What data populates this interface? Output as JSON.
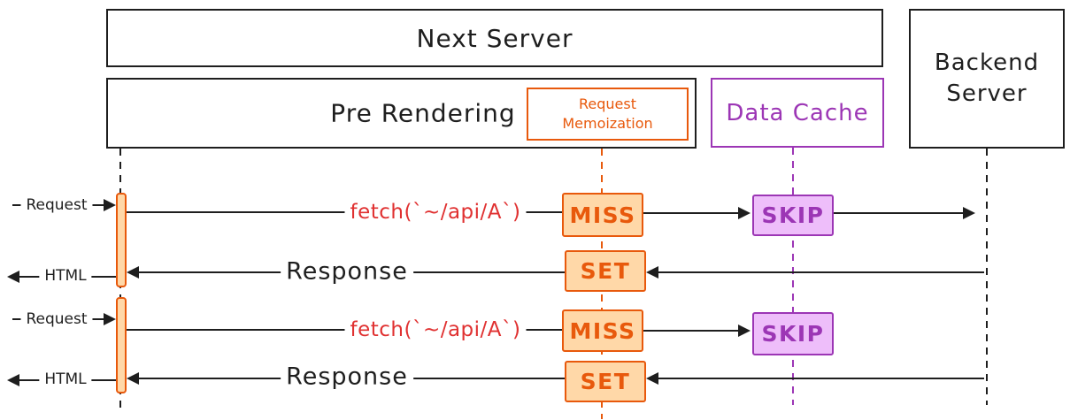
{
  "colors": {
    "ink": "#1e1e1e",
    "orange": "#e8590c",
    "orange_fill": "#ffd8a8",
    "purple": "#9c36b5",
    "purple_fill": "#eebefa",
    "red": "#e03131",
    "paper": "#ffffff"
  },
  "containers": {
    "next_server": {
      "label": "Next Server"
    },
    "pre_rendering": {
      "label": "Pre Rendering"
    },
    "request_memoization": {
      "line1": "Request",
      "line2": "Memoization"
    },
    "data_cache": {
      "label": "Data Cache"
    },
    "backend_server": {
      "line1": "Backend",
      "line2": "Server"
    }
  },
  "flows": {
    "row1": {
      "client_label": "Request",
      "message": "fetch(`~/api/A`)",
      "memo_status": "MISS",
      "cache_status": "SKIP"
    },
    "row2": {
      "client_label": "HTML",
      "message": "Response",
      "memo_status": "SET"
    },
    "row3": {
      "client_label": "Request",
      "message": "fetch(`~/api/A`)",
      "memo_status": "MISS",
      "cache_status": "SKIP"
    },
    "row4": {
      "client_label": "HTML",
      "message": "Response",
      "memo_status": "SET"
    }
  }
}
